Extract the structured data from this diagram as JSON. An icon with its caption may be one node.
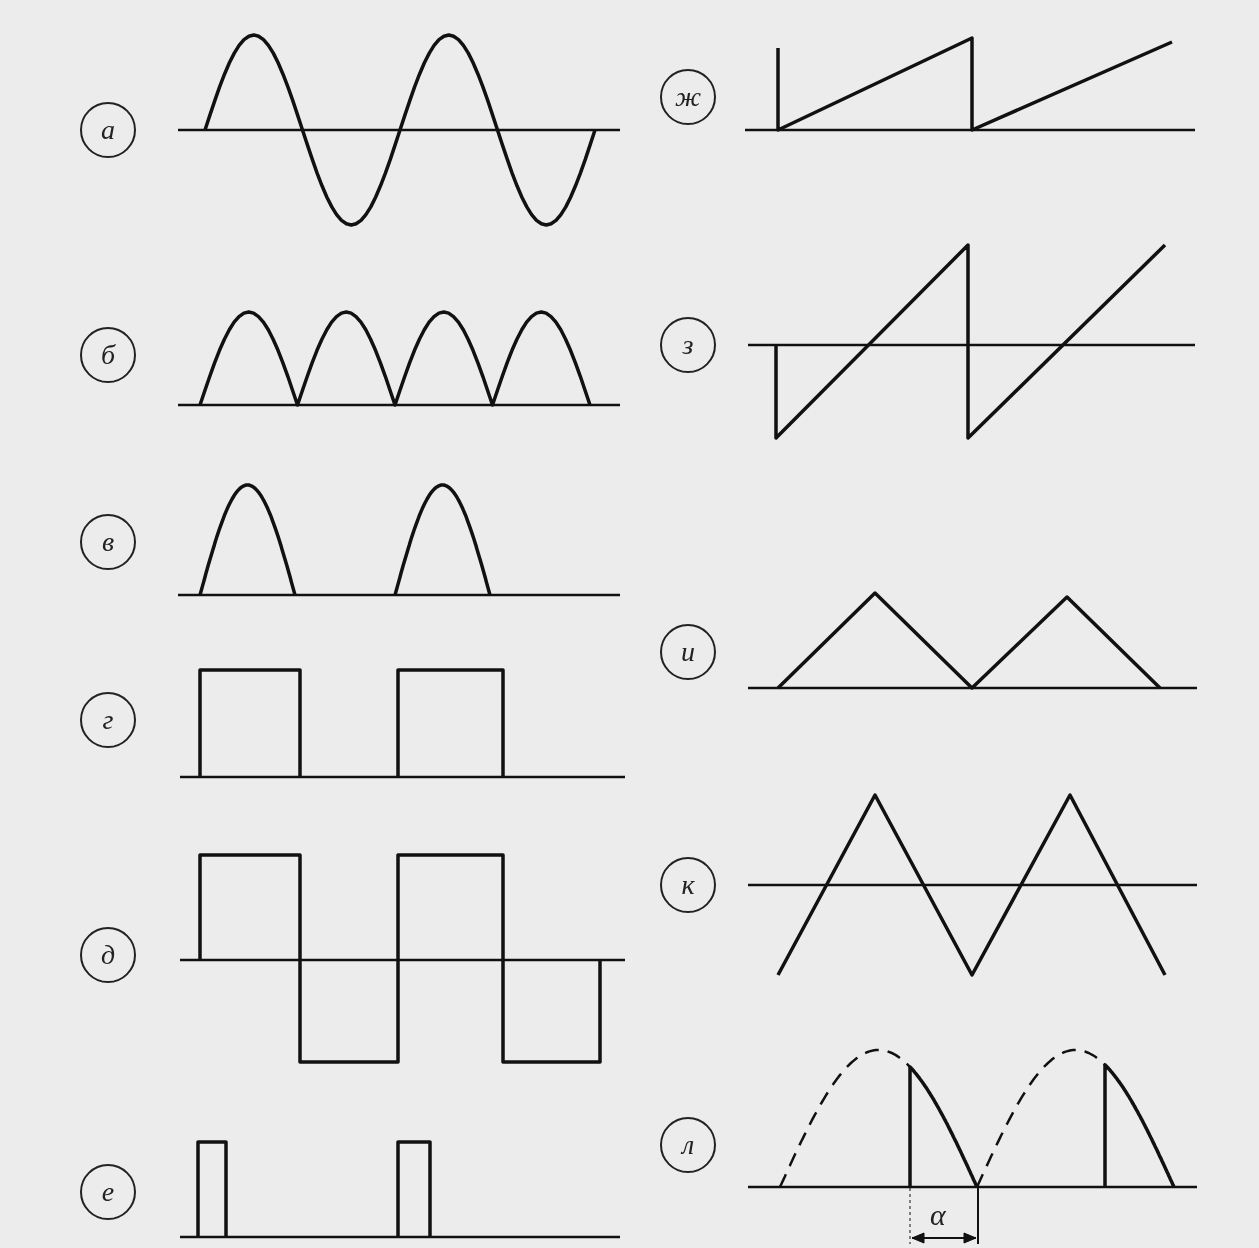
{
  "diagram": {
    "nodes": [
      {
        "text": [
          "а"
        ]
      },
      {
        "text": [
          "б"
        ]
      },
      {
        "text": [
          "в"
        ]
      },
      {
        "text": [
          "г"
        ]
      },
      {
        "text": [
          "д"
        ]
      },
      {
        "text": [
          "е"
        ]
      },
      {
        "text": [
          "ж"
        ]
      },
      {
        "text": [
          "з"
        ]
      },
      {
        "text": [
          "и"
        ]
      },
      {
        "text": [
          "к"
        ]
      },
      {
        "text": [
          "л"
        ]
      }
    ],
    "edges": [],
    "labels": [
      "α"
    ]
  }
}
